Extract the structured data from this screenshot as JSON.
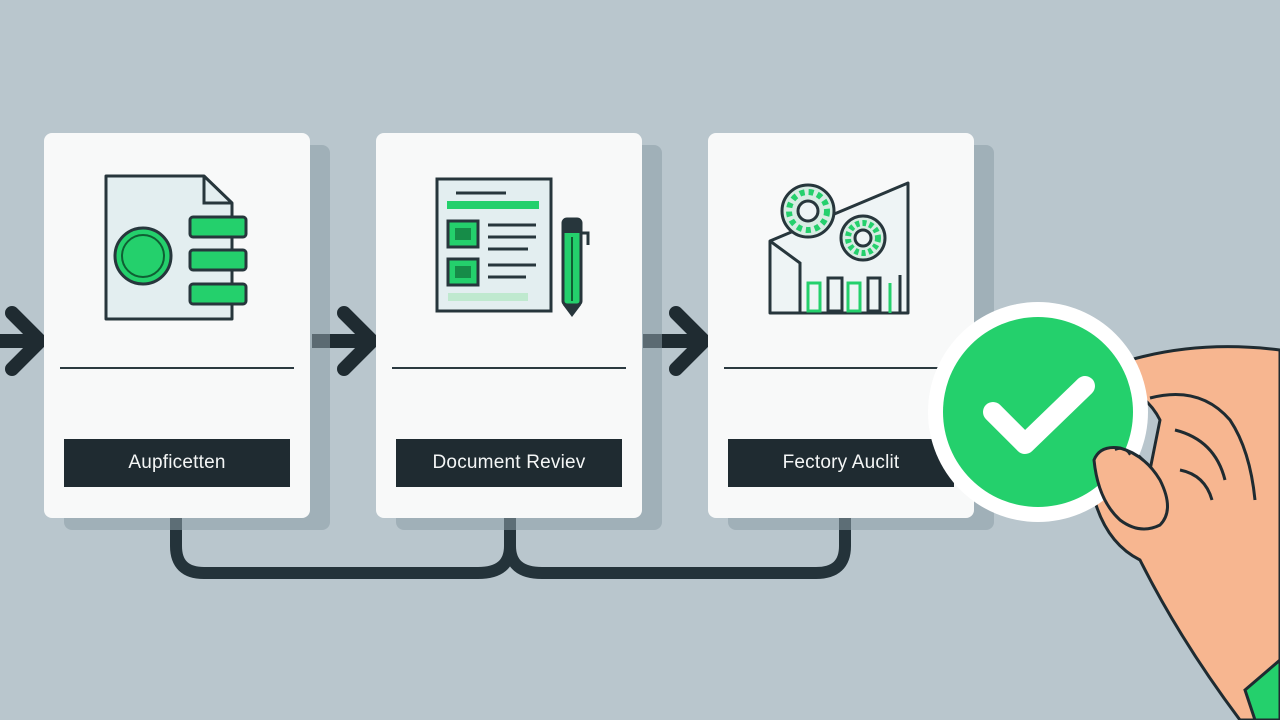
{
  "steps": [
    {
      "label": "Aupficetten",
      "icon": "application-document-icon"
    },
    {
      "label": "Document Reviev",
      "icon": "document-review-pencil-icon"
    },
    {
      "label": "Fectory Auclit",
      "icon": "factory-gears-icon"
    }
  ],
  "colors": {
    "background": "#b9c6cd",
    "card": "#f8f9f9",
    "accent_green": "#22d36d",
    "dark": "#1f2b31",
    "skin": "#f7b690"
  },
  "badge": {
    "icon": "checkmark-icon",
    "state": "approved"
  }
}
